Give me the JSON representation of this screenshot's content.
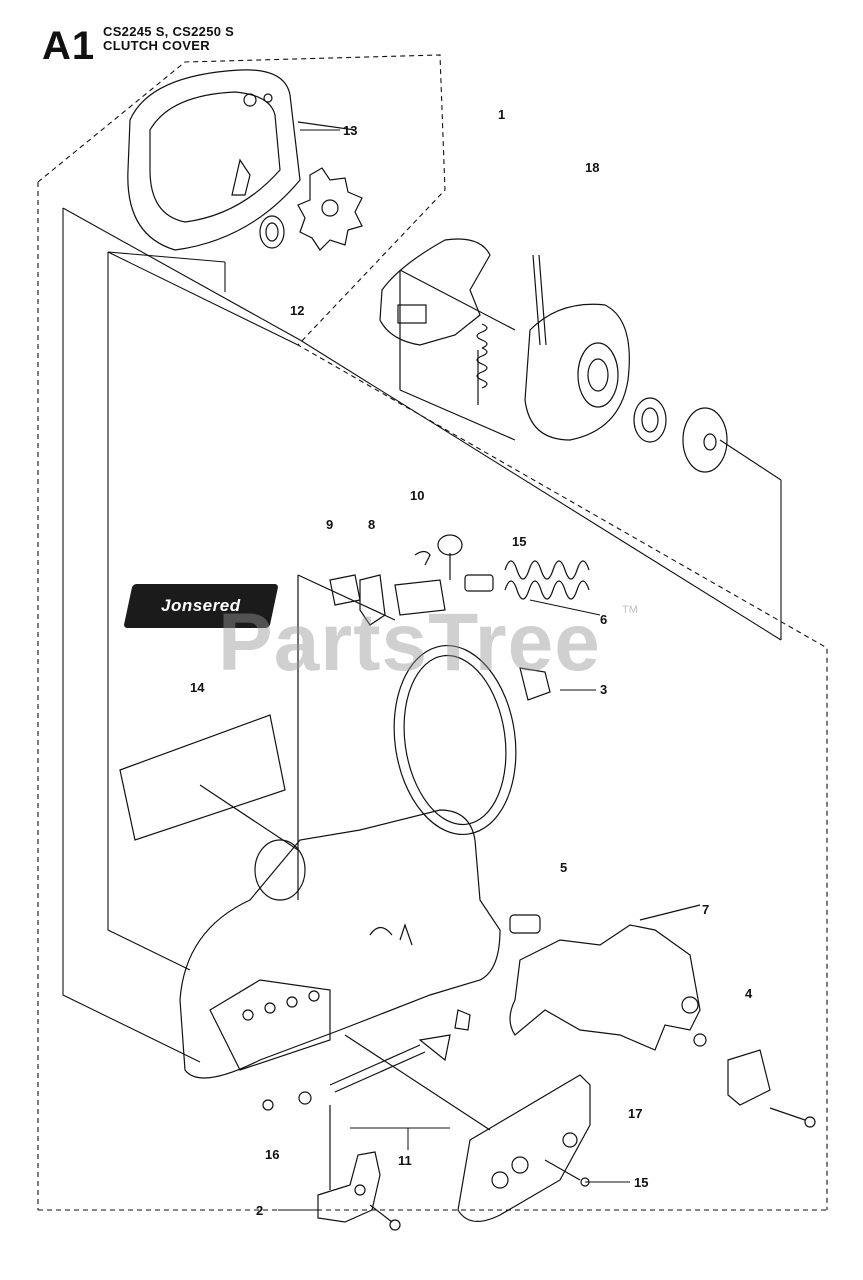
{
  "header": {
    "code": "A1",
    "models": "CS2245 S, CS2250 S",
    "section": "CLUTCH COVER"
  },
  "brand_label": "Jonsered",
  "watermark": "PartsTree",
  "watermark_tm": "TM",
  "callouts": {
    "c1": "1",
    "c18": "18",
    "c13": "13",
    "c12": "12",
    "c10": "10",
    "c9": "9",
    "c8": "8",
    "c15a": "15",
    "c6": "6",
    "c3": "3",
    "c14": "14",
    "c5": "5",
    "c7": "7",
    "c4": "4",
    "c17": "17",
    "c16": "16",
    "c11": "11",
    "c15b": "15",
    "c2": "2"
  },
  "colors": {
    "line": "#111111",
    "watermark": "#969696",
    "brand_bg": "#1b1b1b"
  }
}
